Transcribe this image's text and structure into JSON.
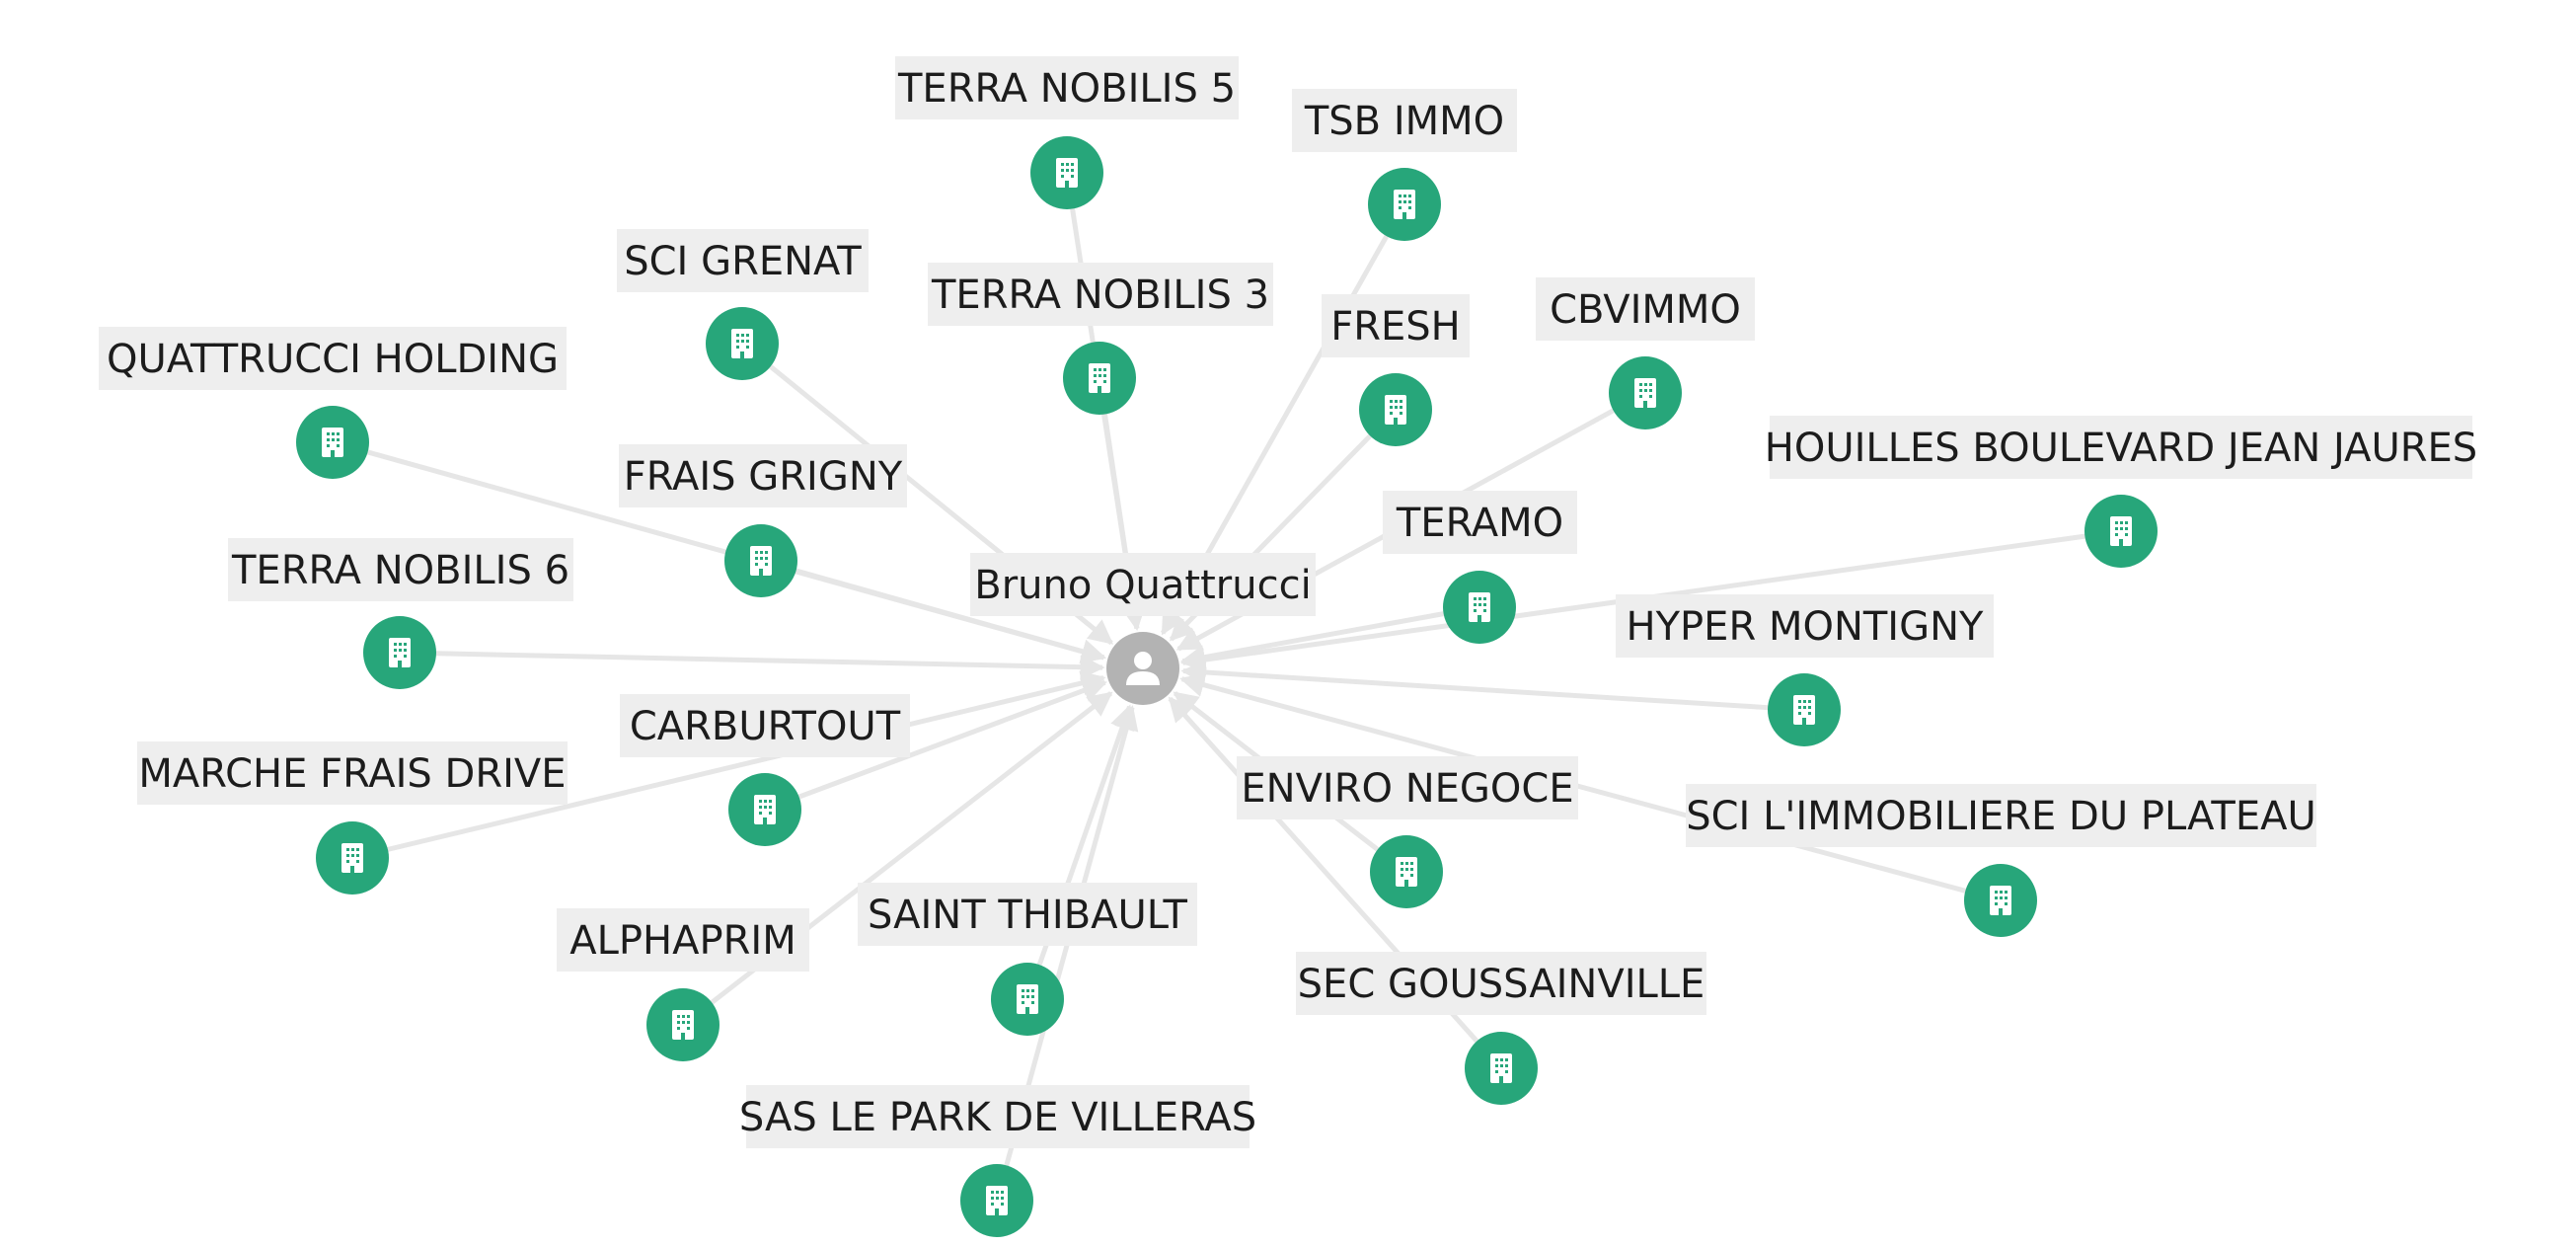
{
  "graph": {
    "center": {
      "name": "Bruno Quattrucci",
      "icon": "person-icon"
    },
    "colors": {
      "company_node": "#27a67a",
      "person_node": "#b3b3b3",
      "edge": "#e6e6e6",
      "label_bg": "#eeeeee",
      "label_text": "#1c1c1c"
    },
    "company_icon": "building-icon",
    "companies": [
      {
        "id": "terra-nobilis-5",
        "name": "TERRA NOBILIS 5"
      },
      {
        "id": "tsb-immo",
        "name": "TSB IMMO"
      },
      {
        "id": "sci-grenat",
        "name": "SCI GRENAT"
      },
      {
        "id": "terra-nobilis-3",
        "name": "TERRA NOBILIS 3"
      },
      {
        "id": "fresh",
        "name": "FRESH"
      },
      {
        "id": "cbvimmo",
        "name": "CBVIMMO"
      },
      {
        "id": "quattrucci-holding",
        "name": "QUATTRUCCI HOLDING"
      },
      {
        "id": "houilles-boulevard-jean-jaures",
        "name": "HOUILLES BOULEVARD JEAN JAURES"
      },
      {
        "id": "frais-grigny",
        "name": "FRAIS GRIGNY"
      },
      {
        "id": "teramo",
        "name": "TERAMO"
      },
      {
        "id": "terra-nobilis-6",
        "name": "TERRA NOBILIS 6"
      },
      {
        "id": "hyper-montigny",
        "name": "HYPER MONTIGNY"
      },
      {
        "id": "carburtout",
        "name": "CARBURTOUT"
      },
      {
        "id": "marche-frais-drive",
        "name": "MARCHE FRAIS DRIVE"
      },
      {
        "id": "enviro-negoce",
        "name": "ENVIRO NEGOCE"
      },
      {
        "id": "sci-l-immobiliere-du-plateau",
        "name": "SCI L'IMMOBILIERE DU PLATEAU"
      },
      {
        "id": "saint-thibault",
        "name": "SAINT THIBAULT"
      },
      {
        "id": "alphaprim",
        "name": "ALPHAPRIM"
      },
      {
        "id": "sec-goussainville",
        "name": "SEC GOUSSAINVILLE"
      },
      {
        "id": "sas-le-park-de-villeras",
        "name": "SAS LE PARK DE VILLERAS"
      }
    ]
  }
}
